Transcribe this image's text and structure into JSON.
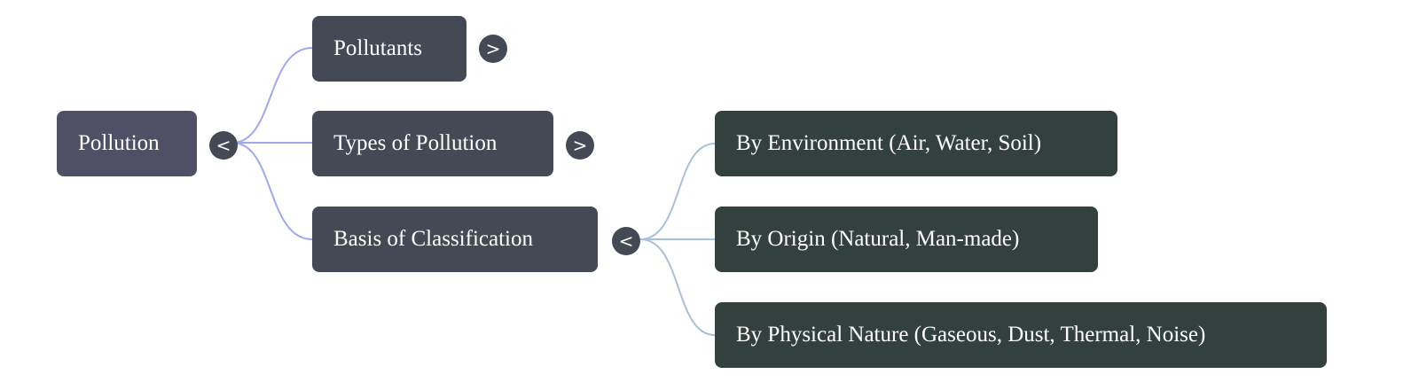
{
  "mindmap": {
    "root": {
      "label": "Pollution",
      "toggle": "<",
      "color": "#4f4f66"
    },
    "children": [
      {
        "label": "Pollutants",
        "toggle": ">",
        "expanded": false
      },
      {
        "label": "Types of Pollution",
        "toggle": ">",
        "expanded": false
      },
      {
        "label": "Basis of Classification",
        "toggle": "<",
        "expanded": true,
        "children": [
          {
            "label": "By Environment (Air, Water, Soil)"
          },
          {
            "label": "By Origin (Natural, Man-made)"
          },
          {
            "label": "By Physical Nature (Gaseous, Dust, Thermal, Noise)"
          }
        ]
      }
    ],
    "colors": {
      "level1_node": "#434a55",
      "level2_node": "#33413e",
      "root_links": "#a0a8f0",
      "branch_links": "#a8c0dc"
    }
  }
}
